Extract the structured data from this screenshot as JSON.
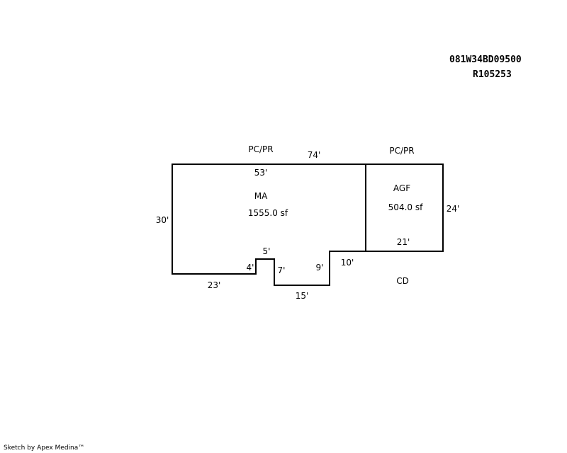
{
  "header": {
    "parcel_id": "081W34BD09500",
    "account_id": "R105253"
  },
  "sketch": {
    "main_area": {
      "code": "MA",
      "area": "1555.0 sf"
    },
    "garage": {
      "code": "AGF",
      "area": "504.0 sf"
    },
    "labels": {
      "pcpr_left": "PC/PR",
      "pcpr_right": "PC/PR",
      "cd": "CD"
    },
    "dimensions": {
      "overall_top": "74'",
      "ma_top": "53'",
      "left_side": "30'",
      "bottom_left": "23'",
      "notch_left": "4'",
      "notch_top": "5'",
      "notch_right": "7'",
      "bottom_middle": "15'",
      "step_right": "9'",
      "step_bottom": "10'",
      "garage_bottom": "21'",
      "garage_right": "24'"
    }
  },
  "footer": {
    "credit": "Sketch by Apex Medina™"
  }
}
